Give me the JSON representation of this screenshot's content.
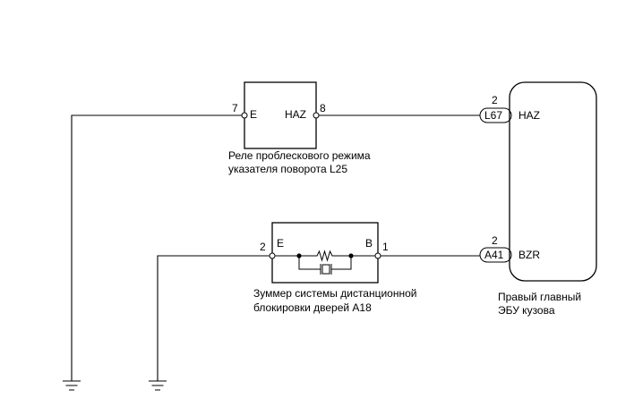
{
  "relay": {
    "pin_left_number": "7",
    "pin_left_label": "E",
    "pin_right_label": "HAZ",
    "pin_right_number": "8",
    "caption_line1": "Реле проблескового режима",
    "caption_line2": "указателя поворота L25"
  },
  "buzzer": {
    "pin_left_number": "2",
    "pin_left_label": "E",
    "pin_right_label": "B",
    "pin_right_number": "1",
    "caption_line1": "Зуммер системы дистанционной",
    "caption_line2": "блокировки дверей A18"
  },
  "ecu": {
    "connector_top_pin": "2",
    "connector_top_id": "L67",
    "terminal_top": "HAZ",
    "connector_bottom_pin": "2",
    "connector_bottom_id": "A41",
    "terminal_bottom": "BZR",
    "caption_line1": "Правый главный",
    "caption_line2": "ЭБУ кузова"
  }
}
